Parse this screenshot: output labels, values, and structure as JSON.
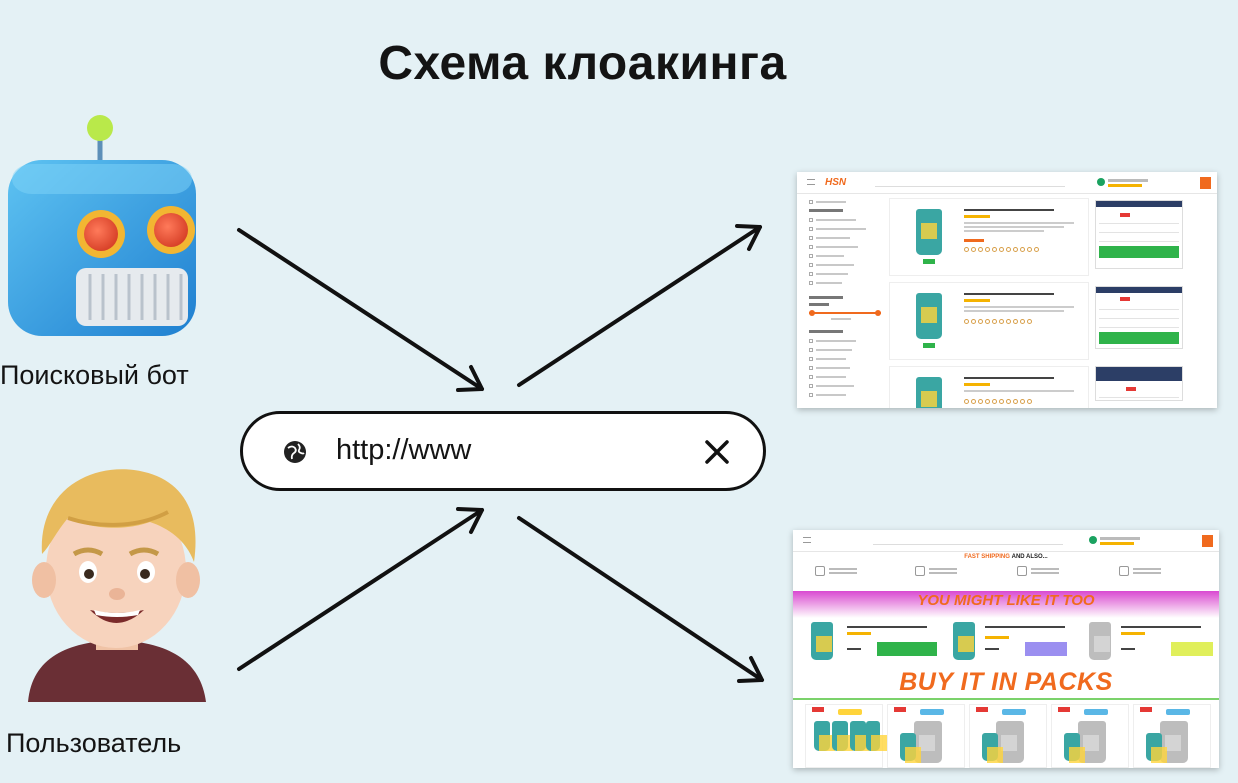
{
  "title": "Схема клоакинга",
  "actors": {
    "bot_label": "Поисковый бот",
    "user_label": "Пользователь"
  },
  "urlbar": {
    "url_text": "http://www",
    "globe_icon": "globe-icon",
    "close_icon": "close-icon"
  },
  "pages": {
    "bot_page": {
      "logo": "HSN",
      "icon": "product-listing-screenshot"
    },
    "user_page": {
      "shipping_text_orange": "FAST SHIPPING",
      "shipping_text_dark": "AND ALSO...",
      "banner_text": "YOU MIGHT LIKE IT TOO",
      "packs_text": "BUY IT IN PACKS"
    }
  },
  "colors": {
    "background": "#e4f1f5",
    "accent_orange": "#f06a1e",
    "buy_green": "#2fb34a",
    "banner_magenta": "#d949d1"
  }
}
